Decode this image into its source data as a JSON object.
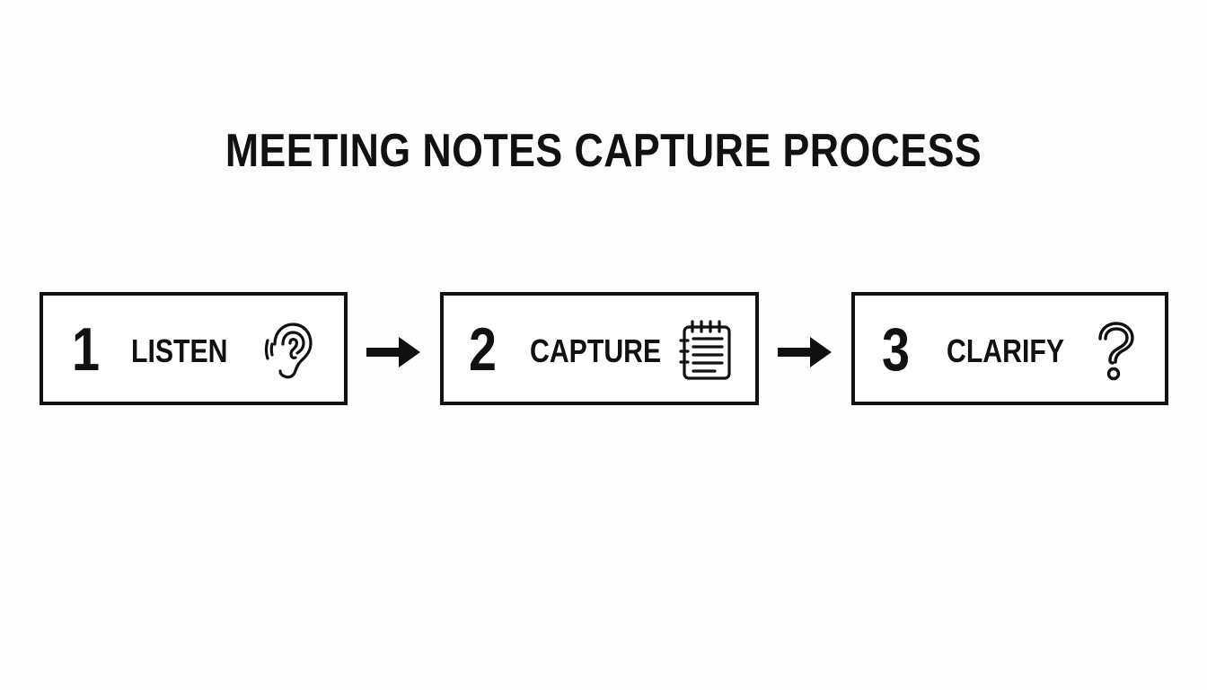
{
  "title": "MEETING NOTES CAPTURE PROCESS",
  "steps": [
    {
      "number": "1",
      "label": "LISTEN",
      "icon": "ear-icon"
    },
    {
      "number": "2",
      "label": "CAPTURE",
      "icon": "notepad-icon"
    },
    {
      "number": "3",
      "label": "CLARIFY",
      "icon": "question-mark-icon"
    }
  ],
  "colors": {
    "stroke": "#111111",
    "background": "#fdfdfd"
  }
}
